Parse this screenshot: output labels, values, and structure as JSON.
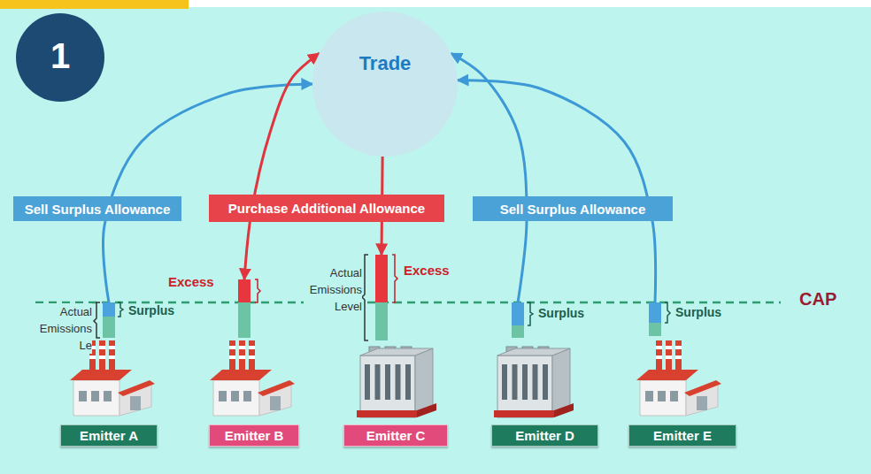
{
  "diagram": {
    "nodes": [
      {
        "text": [
          "1"
        ]
      },
      {
        "text": [
          "Trade"
        ]
      },
      {
        "text": [
          "Sell Surplus Allowance"
        ]
      },
      {
        "text": [
          "Purchase Additional Allowance"
        ]
      },
      {
        "text": [
          "Sell Surplus Allowance"
        ]
      },
      {
        "text": [
          "Emitter A"
        ]
      },
      {
        "text": [
          "Emitter B"
        ]
      },
      {
        "text": [
          "Emitter C"
        ]
      },
      {
        "text": [
          "Emitter D"
        ]
      },
      {
        "text": [
          "Emitter E"
        ]
      }
    ],
    "edges": [
      {
        "from": 5,
        "to": 1,
        "arrow": "to"
      },
      {
        "from": 6,
        "to": 1,
        "arrow": "both"
      },
      {
        "from": 1,
        "to": 7,
        "arrow": "to"
      },
      {
        "from": 8,
        "to": 1,
        "arrow": "to"
      },
      {
        "from": 9,
        "to": 1,
        "arrow": "to"
      }
    ],
    "labels": [
      "Actual Emissions Le",
      "Surplus",
      "Excess",
      "Actual Emissions Level",
      "Excess",
      "Surplus",
      "Surplus",
      "CAP"
    ]
  }
}
